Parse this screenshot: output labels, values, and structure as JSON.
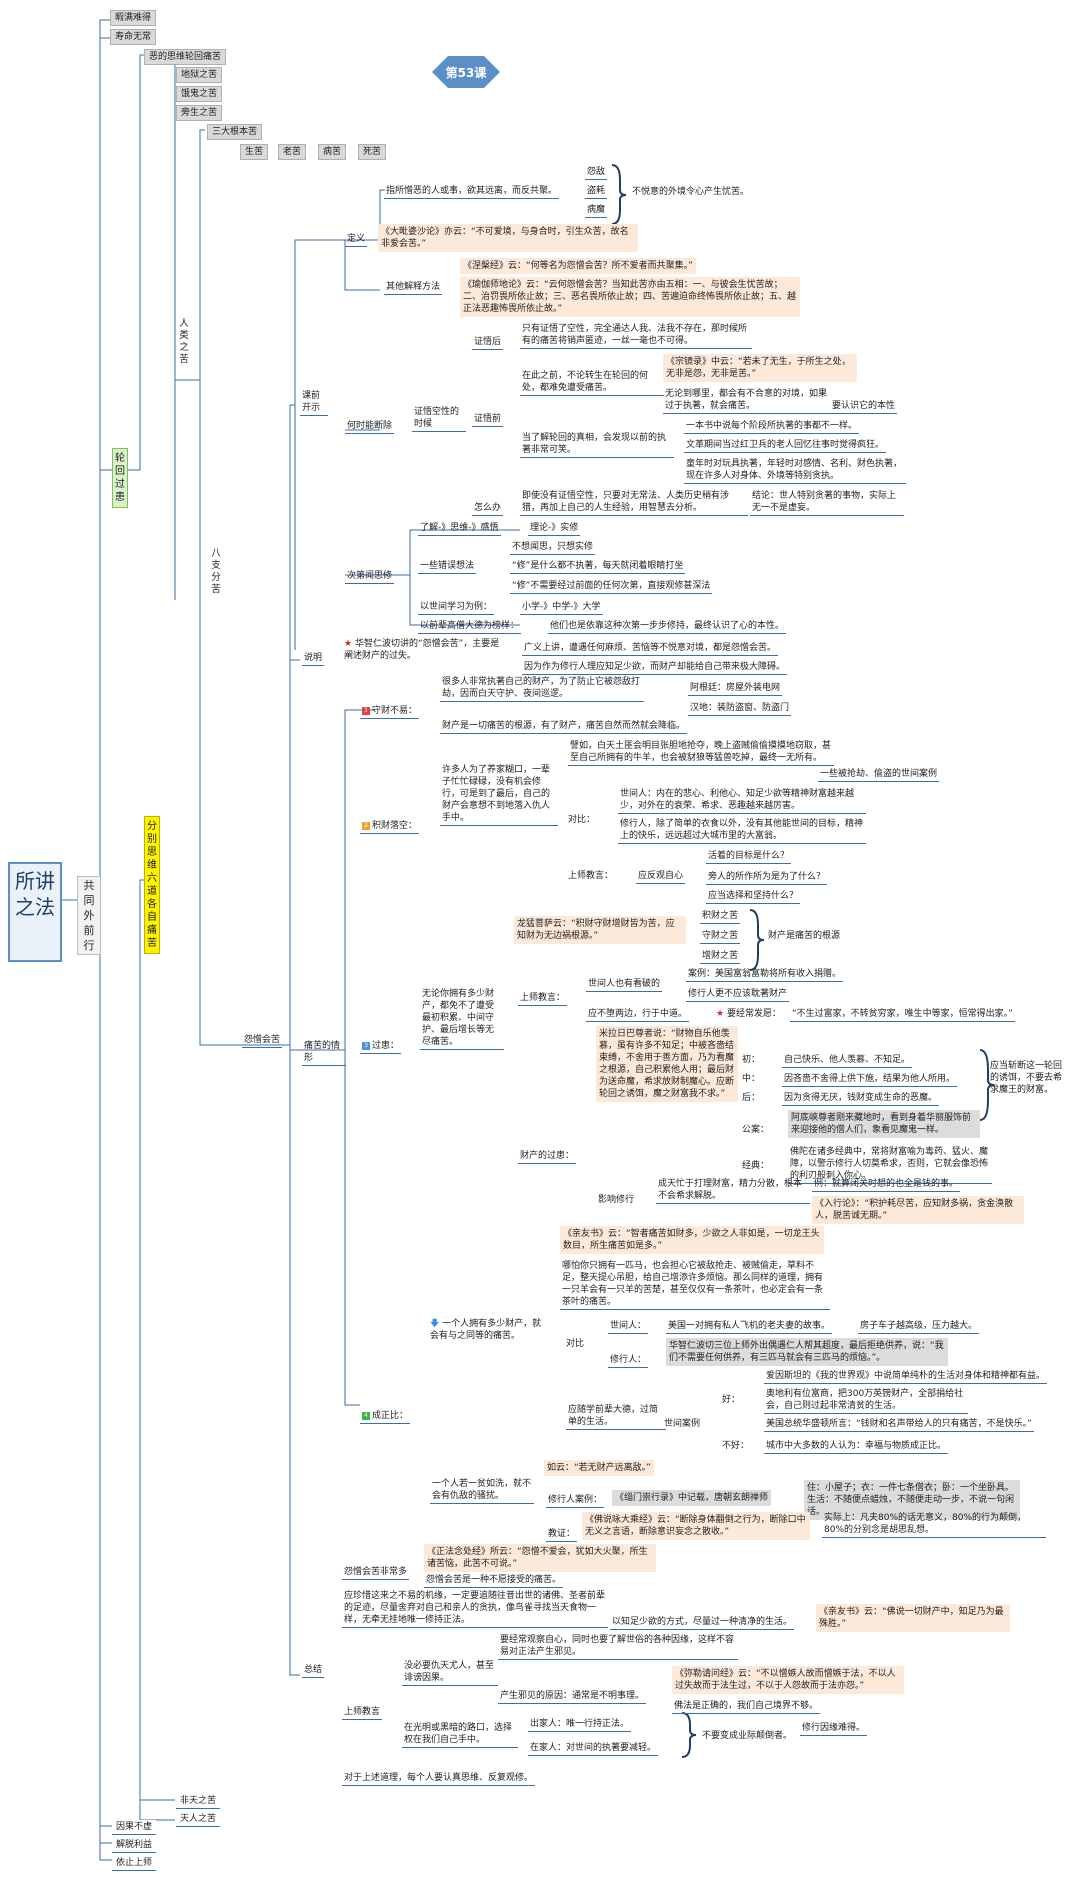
{
  "title": "第53课",
  "root": "所讲之法",
  "l1": "共同外前行",
  "top_items": [
    "暇满难得",
    "寿命无常"
  ],
  "bottom_items": [
    "因果不虚",
    "解脱利益",
    "依止上师"
  ],
  "lunhui": "轮回过患",
  "fenbie": "分别思维六道各自痛苦",
  "ebeg": "恶的思维轮回痛苦",
  "hell_items": [
    "地狱之苦",
    "饿鬼之苦",
    "旁生之苦"
  ],
  "renlei": "人类之苦",
  "sandagen": "三大根本苦",
  "shengku": [
    "生苦",
    "老苦",
    "病苦",
    "死苦"
  ],
  "bazhi": "八支分苦",
  "yuanzeng": "怨憎会苦",
  "feitian": "非天之苦",
  "tianren": "天人之苦",
  "kj": {
    "label": "课前开示",
    "dingyi": "定义",
    "d1": "指所憎恶的人或事，欲其远离，而反共聚。",
    "yuandi": "怨敌",
    "daohao": "盗耗",
    "bingmo": "病魔",
    "bukuai": "不悦意的外境令心产生忧苦。",
    "q_dagu": "《大毗婆沙论》亦云：“不可爱境，与身合时，引生众苦，故名非爱会苦。”",
    "qita": "其他解释方法",
    "q_niepan": "《涅槃经》云：“何等名为怨憎会苦？所不爱者而共聚集。”",
    "q_yuqie": "《瑜伽师地论》云：“云何怨憎会苦？当知此苦亦由五相：一、与彼会生忧苦故；二、治罚畏所依止故；三、恶名畏所依止故；四、苦遍迫命终怖畏所依止故；五、越正法恶趣怖畏所依止故。”",
    "heshi": "何时能断除",
    "zhengwu": "证悟空性的时候",
    "zhenghou": "证悟后",
    "zh_text": "只有证悟了空性，完全通达人我、法我不存在，那时候所有的痛苦将销声匿迹，一丝一毫也不可得。",
    "zhengqian": "证悟前",
    "zq_a": "在此之前，不论转生在轮回的何处，都难免遭受痛苦。",
    "q_zongjing": "《宗镜录》中云：“若未了无生，于所生之处，无非是怨，无非是苦。”",
    "wulun": "无论到哪里，都会有不合意的对境，如果过于执著，就会痛苦。",
    "yaoshi": "要认识它的本性",
    "liaojie": "当了解轮回的真相，会发现以前的执著非常可笑。",
    "yiben": "一本书中说每个阶段所执著的事都不一样。",
    "wenzhang": "文革期间当过红卫兵的老人回忆往事时觉得疯狂。",
    "tongnian": "童年时对玩具执著，年轻时对感情、名利、财色执著，现在许多人对身体、外境等特别贪执。",
    "zenme": "怎么办",
    "jishi": "即使没有证悟空性，只要对无常法、人类历史稍有涉猎，再加上自己的人生经验，用智慧去分析。",
    "jielun": "结论：世人特别贪著的事物，实际上无一不是虚妄。",
    "cidi": "次第闻思修",
    "liaojie2": "了解-》思维-》感悟",
    "lilun": "理论-》实修",
    "yixie": "一些错误想法",
    "buxiang": "不想闻思，只想实修",
    "xiu1": "“修”是什么都不执著，每天就闭着眼睛打坐",
    "xiu2": "“修”不需要经过前面的任何次第，直接观修甚深法",
    "yishijian": "以世间学习为例：",
    "xiaoxue": "小学-》中学-》大学",
    "yiqian": "以前辈高僧大德为榜样：",
    "tamen": "他们也是依靠这种次第一步步修持，最终认识了心的本性。"
  },
  "sm": {
    "label": "说明",
    "huazhi": "华智仁波切讲的“怨憎会苦”，主要是阐述财产的过失。",
    "guangyi": "广义上讲，遭遇任何麻烦、苦恼等不悦意对境，都是怨憎会苦。",
    "yinwei": "因为作为修行人理应知足少欲，而财产却能给自己带来极大障碍。"
  },
  "tq": {
    "label": "痛苦的情形",
    "s1": "守财不易：",
    "s1a": "很多人非常执著自己的财产，为了防止它被怨敌打劫，因而白天守护、夜间巡逻。",
    "agen": "阿根廷：房屋外装电网",
    "handi": "汉地：装防盗窗、防盗门",
    "s1b": "财产是一切痛苦的根源，有了财产，痛苦自然而然就会降临。",
    "s2": "积财落空：",
    "s2a": "许多人为了养家糊口，一辈子忙忙碌碌，没有机会修行，可是到了最后，自己的财产会意想不到地落入仇人手中。",
    "piru": "譬如，白天土匪会明目张胆地抢夺，晚上盗贼偷偷摸摸地窃取，甚至自己所拥有的牛羊，也会被豺狼等猛兽吃掉，最终一无所有。",
    "yixie": "一些被抢劫、偷盗的世间案例",
    "duibi": "对比：",
    "shijianren": "世间人：内在的悲心、利他心、知足少欲等精神财富越来越少，对外在的衰荣、希求、恶趣越来越厉害。",
    "xiuxingren": "修行人，除了简单的衣食以外，没有其他能世间的目标，精神上的快乐，远远超过大城市里的大富翁。",
    "shangshi": "上师教言：",
    "yingfanguan": "应反观自心",
    "huozhe": "活着的目标是什么？",
    "pangren": "旁人的所作所为是为了什么？",
    "yingxuanze": "应当选择和坚持什么？",
    "s3": "过患：",
    "s3a": "无论你拥有多少财产，都免不了遭受最初积累、中间守护、最后增长等无尽痛苦。",
    "longmeng": "龙猛菩萨云：“积财守财增财皆为苦，应知财为无边祸根源。”",
    "jicai": "积财之苦",
    "shoucai": "守财之苦",
    "zengcai": "增财之苦",
    "caichan": "财产是痛苦的根源",
    "shangshi2": "上师教言：",
    "shijianren2": "世间人也有看破的",
    "anli": "案例：美国富翁富勒将所有收入捐赠。",
    "xiuxingren2": "修行人更不应该耽著财产",
    "yingqianliang": "应不堕两边，行于中道。",
    "yaojing": "要经常发愿：",
    "bu": "“不生过富家，不转贫穷家，唯生中等家，恒常得出家。”",
    "milaro": "米拉日巴尊者说：“财物自乐他羡慕，虽有许多不知足；中被吝啬结束缚，不舍用于善方面，乃为看魔之根源，自己积累他人用；最后财为送命魔，希求放财制魔心。应断轮回之诱饵，魔之财富我不求。”",
    "chu": "初：",
    "zjkl": "自己快乐、他人羡慕、不知足。",
    "zhong": "中：",
    "yinlin": "因吝啬不舍得上供下施，结果为他人所用。",
    "hou": "后：",
    "yintan": "因为贪得无厌，钱财变成生命的恶魔。",
    "yingduan": "应当斩断这一轮回的诱饵，不要去希求魔王的财富。",
    "gongan": "公案：",
    "alede": "阿底峡尊者刚来藏地时，看到身着华丽服饰前来迎接他的僧人们，象看见魔鬼一样。",
    "jingdian": "经典：",
    "foshuo": "佛陀在诸多经典中，常将财富喻为毒药、猛火、魔障，以警示修行人切莫希求，否则，它就会像恐怖的利刃般刺入你心。",
    "caichan_guo": "财产的过患：",
    "yingxiang": "影响修行",
    "chengtian": "成天忙于打理财富，精力分散，根本不会希求解脱。",
    "li": "例：就算闭关时想的也全是钱的事。",
    "rupu": "《入行论》：“积护耗尽苦，应知财多祸，贪金涣散人，脱苦诚无期。”",
    "s4": "成正比：",
    "q_qinyou": "《亲友书》云：“智者痛苦如财多，少欲之人非如是，一切龙王头数目，所生痛苦如是多。”",
    "napa": "哪怕你只拥有一匹马，也会担心它被敌抢走、被贼偷走，草料不足，整天提心吊胆，给自己增添许多烦恼。那么同样的道理，拥有一只羊会有一只羊的苦楚，甚至仅仅有一条茶叶，也必定会有一条茶叶的痛苦。",
    "yigeren": "一个人拥有多少财产，就会有与之同等的痛苦。",
    "duibi2": "对比",
    "shijianren3": "世间人：",
    "meiguo": "美国一对拥有私人飞机的老夫妻的故事。",
    "fangzi": "房子车子越高级，压力越大。",
    "xiuxingren3": "修行人：",
    "huazhi2": "华智仁波切三位上师外出偶遇仁人帮其超度，最后拒绝供养，说：“我们不需要任何供养，有三匹马就会有三匹马的烦恼。”。",
    "aiyin": "爱因斯坦的《我的世界观》中说简单纯朴的生活对身体和精神都有益。",
    "yingsui": "应随学前辈大德，过简单的生活。",
    "shijiananli": "世间案例",
    "hao": "好：",
    "aodili": "奥地利有位富商，把300万英镑财产，全部捐给社会，自己则过起非常清贫的生活。",
    "meiguozong": "美国总统华盛顿所言：“钱财和名声带给人的只有痛苦，不是快乐。”",
    "buhao": "不好：",
    "chengshi": "城市中大多数的人认为：幸福与物质成正比。",
    "yigeren2": "一个人若一贫如洗，就不会有仇敌的骚扰。",
    "ruyun": "如云：“若无财产远离敌。”",
    "xiuxing4": "修行人案例：",
    "q_jilei": "《缁门崇行录》中记载，唐朝玄朗禅师",
    "zhu": "住：小屋子；衣：一件七条僧衣；卧：一个坐卧具。生活：不随便点蜡烛，不随便走动一步，不说一句闲话。",
    "jiaoyan": "教证：",
    "q_yixiao": "《佛说咏大乘经》云：“断除身体翻倒之行为，断除口中无义之言语，断除意识妄念之散收。”",
    "shijishang": "实际上：凡夫80%的话无意义，80%的行为颠倒，80%的分别念是胡思乱想。"
  },
  "zj": {
    "label": "总结",
    "yuanzeng": "怨憎会苦非常多",
    "q_zhengfa": "《正法念处经》所云：“怨憎不爱会，犹如大火聚，所生诸苦恼，此苦不可说。”",
    "yuanzeng2": "怨憎会苦是一种不愿接受的痛苦。",
    "yingzhen": "应珍惜这来之不易的机缘，一定要追随往昔出世的诸佛、圣者前辈的足迹，尽量舍弃对自己和亲人的贪执，像鸟雀寻找当天食物一样，无牵无挂地唯一修持正法。",
    "yizhishao": "以知足少欲的方式，尽量过一种清净的生活。",
    "q_qinyou2": "《亲友书》云：“佛说一切财产中，知足乃为最殊胜。”",
    "shangshi": "上师教言",
    "meibiyao": "没必要仇天尤人，甚至诽谤因果。",
    "yaojing": "要经常观察自心，同时也要了解世俗的各种因缘，这样不容易对正法产生邪见。",
    "chansheng": "产生邪见的原因：通常是不明事理。",
    "q_mile": "《弥勒请问经》云：“不以憎嫉人故而憎嫉于法，不以人过失故而于法生过，不以于人怨故而于法亦怨。”",
    "fofa": "佛法是正确的，我们自己境界不够。",
    "zaiguang": "在光明或黑暗的路口，选择权在我们自己手中。",
    "chujia": "出家人：唯一行持正法。",
    "zaijia": "在家人：对世间的执著要减轻。",
    "buyao": "不要变成业际颠倒者。",
    "xiuxing": "修行因缘难得。",
    "duiyu": "对于上述道理，每个人要认真思维、反复观修。"
  }
}
